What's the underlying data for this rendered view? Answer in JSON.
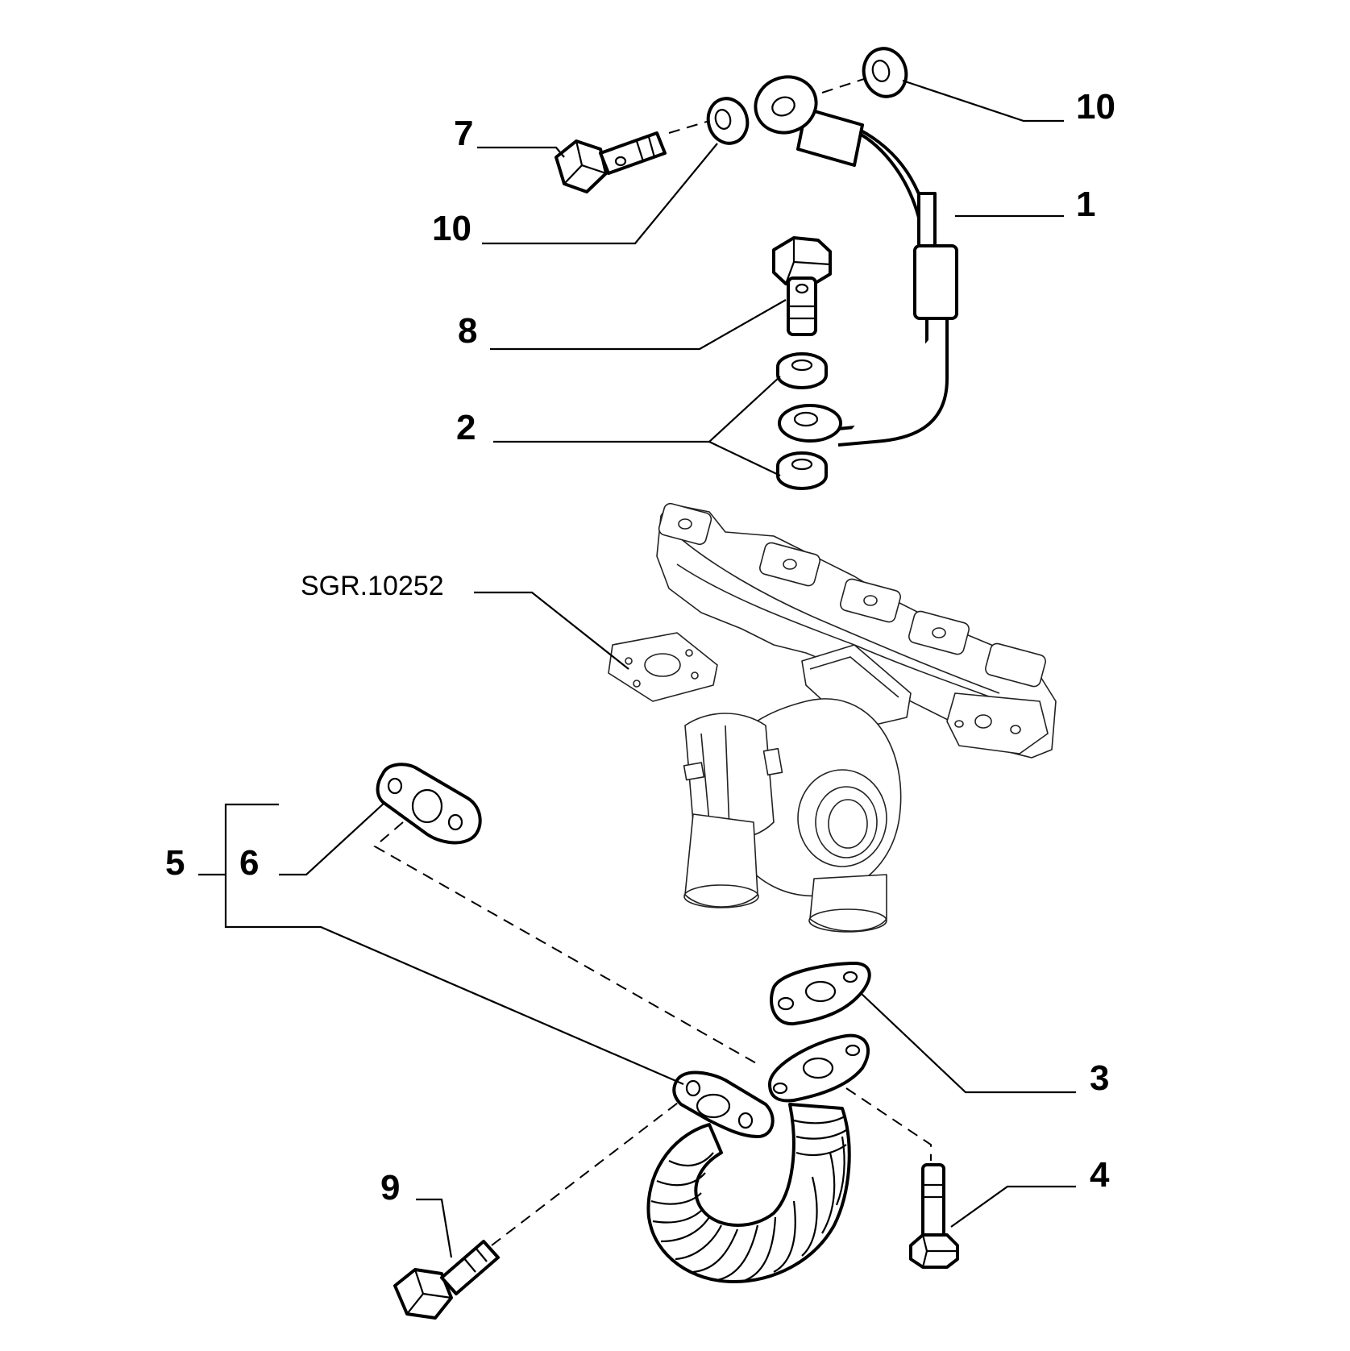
{
  "callouts": {
    "c1": "1",
    "c2": "2",
    "c3": "3",
    "c4": "4",
    "c5": "5",
    "c6": "6",
    "c7": "7",
    "c8": "8",
    "c9": "9",
    "c10a": "10",
    "c10b": "10"
  },
  "reference_part": "SGR.10252"
}
